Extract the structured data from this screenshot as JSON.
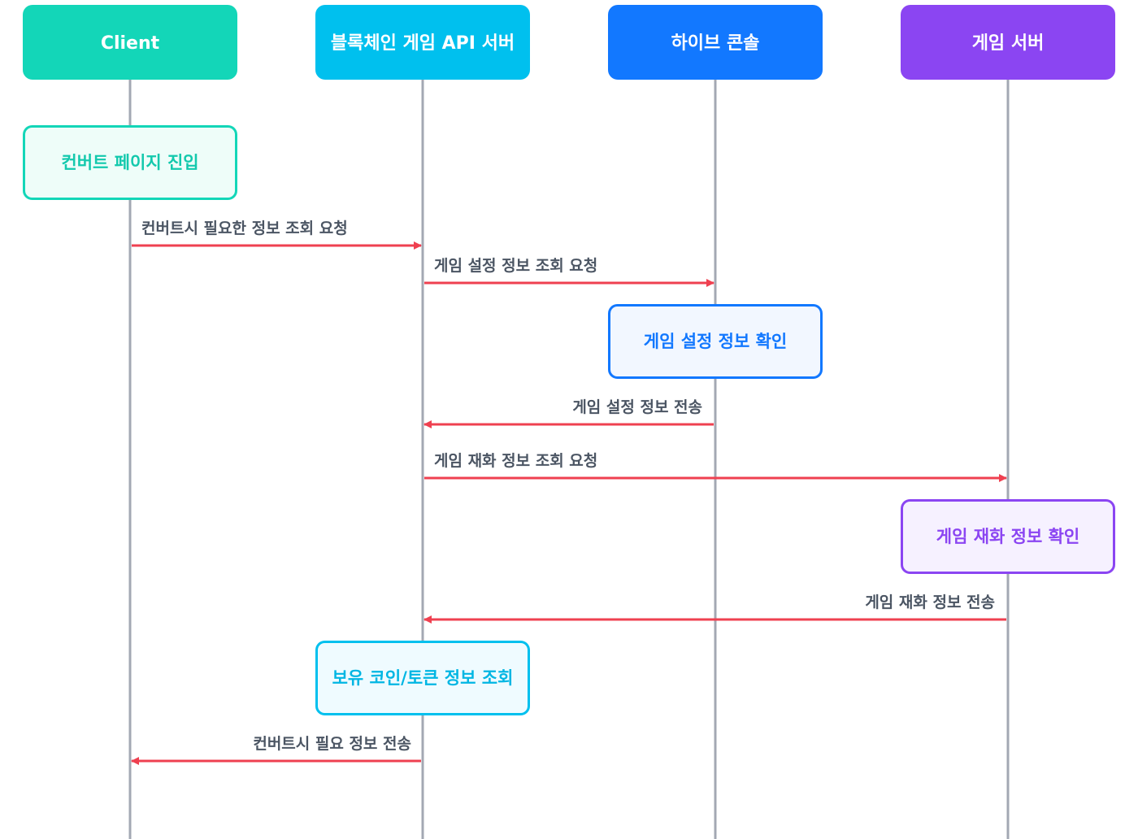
{
  "actors": [
    {
      "id": "client",
      "label": "Client",
      "color": "#13d6b8"
    },
    {
      "id": "api",
      "label": "블록체인 게임 API 서버",
      "color": "#00c0ee"
    },
    {
      "id": "hive",
      "label": "하이브 콘솔",
      "color": "#1278ff"
    },
    {
      "id": "game",
      "label": "게임 서버",
      "color": "#8b45f2"
    }
  ],
  "notes": [
    {
      "actor": "client",
      "label": "컨버트 페이지 진입",
      "border": "#13d6b8",
      "fill": "#eefdf9",
      "text": "#13c9ad"
    },
    {
      "actor": "hive",
      "label": "게임 설정 정보 확인",
      "border": "#1278ff",
      "fill": "#f2f7ff",
      "text": "#1278ff"
    },
    {
      "actor": "game",
      "label": "게임 재화 정보 확인",
      "border": "#8b45f2",
      "fill": "#f6f1ff",
      "text": "#8b45f2"
    },
    {
      "actor": "api",
      "label": "보유 코인/토큰 정보 조회",
      "border": "#00c0ee",
      "fill": "#effbff",
      "text": "#00b6e3"
    }
  ],
  "messages": [
    {
      "from": "client",
      "to": "api",
      "label": "컨버트시 필요한 정보 조회 요청"
    },
    {
      "from": "api",
      "to": "hive",
      "label": "게임 설정 정보 조회 요청"
    },
    {
      "from": "hive",
      "to": "api",
      "label": "게임 설정 정보 전송"
    },
    {
      "from": "api",
      "to": "game",
      "label": "게임 재화 정보 조회 요청"
    },
    {
      "from": "game",
      "to": "api",
      "label": "게임 재화 정보 전송"
    },
    {
      "from": "api",
      "to": "client",
      "label": "컨버트시 필요 정보 전송"
    }
  ],
  "colors": {
    "arrow": "#ef4050",
    "lifeline": "#a3a8b3"
  }
}
